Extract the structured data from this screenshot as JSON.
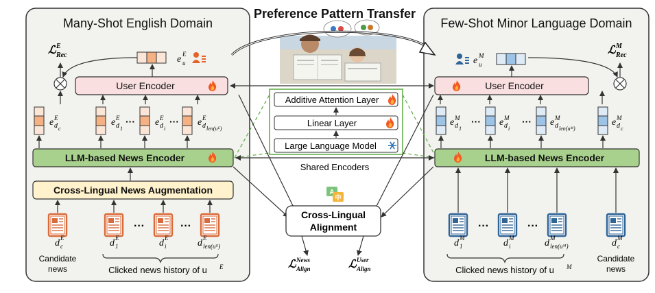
{
  "title": "Preference Pattern Transfer",
  "left_panel": {
    "title": "Many-Shot English Domain",
    "loss": "ℒ",
    "loss_sup": "E",
    "loss_sub": "Rec",
    "user_emb": "e",
    "user_emb_sup": "E",
    "user_emb_sub": "u",
    "user_encoder": "User Encoder",
    "news_encoder": "LLM-based News Encoder",
    "augmentation": "Cross-Lingual News Augmentation",
    "candidate_label_1": "Candidate",
    "candidate_label_2": "news",
    "history_label": "Clicked news history of u",
    "history_sup": "E",
    "embeddings": [
      {
        "sub": "d",
        "subsub": "c"
      },
      {
        "sub": "d",
        "subsub": "1"
      },
      {
        "sub": "d",
        "subsub": "i"
      },
      {
        "sub": "d",
        "subsub": "len(uᴱ)"
      }
    ],
    "docs": [
      {
        "sub": "c"
      },
      {
        "sub": "1"
      },
      {
        "sub": "i"
      },
      {
        "sub": "len(uᴱ)"
      }
    ],
    "sup": "E"
  },
  "right_panel": {
    "title": "Few-Shot Minor Language Domain",
    "loss": "ℒ",
    "loss_sup": "M",
    "loss_sub": "Rec",
    "user_emb": "e",
    "user_emb_sup": "M",
    "user_emb_sub": "u",
    "user_encoder": "User Encoder",
    "news_encoder": "LLM-based News Encoder",
    "candidate_label_1": "Candidate",
    "candidate_label_2": "news",
    "history_label": "Clicked news history of u",
    "history_sup": "M",
    "embeddings": [
      {
        "sub": "d",
        "subsub": "1"
      },
      {
        "sub": "d",
        "subsub": "i"
      },
      {
        "sub": "d",
        "subsub": "len(uᴹ)"
      },
      {
        "sub": "d",
        "subsub": "c"
      }
    ],
    "docs": [
      {
        "sub": "1"
      },
      {
        "sub": "i"
      },
      {
        "sub": "len(uᴹ)"
      },
      {
        "sub": "c"
      }
    ],
    "sup": "M"
  },
  "shared": {
    "layers": [
      "Additive Attention Layer",
      "Linear Layer",
      "Large Language Model"
    ],
    "label": "Shared Encoders"
  },
  "alignment": {
    "title_1": "Cross-Lingual",
    "title_2": "Alignment",
    "loss_news_sup": "News",
    "loss_user_sup": "User",
    "loss_sub": "Align"
  },
  "ellipsis": "···",
  "colors": {
    "panel_bg": "#f2f2ee",
    "user_encoder": "#f9dfe0",
    "news_encoder": "#a9d18e",
    "augmentation": "#fff2cc",
    "orange_doc": "#d96a3a",
    "blue_doc": "#2f6497",
    "orange_emb": "#f7c7a4",
    "blue_emb": "#9dc3e6",
    "green_dash": "#5aaa3e"
  },
  "icons": {
    "fire": "fire-icon",
    "snowflake": "snowflake-icon",
    "user": "user-profile-icon",
    "translate": "translate-icon",
    "photo": "family-reading-photo"
  }
}
